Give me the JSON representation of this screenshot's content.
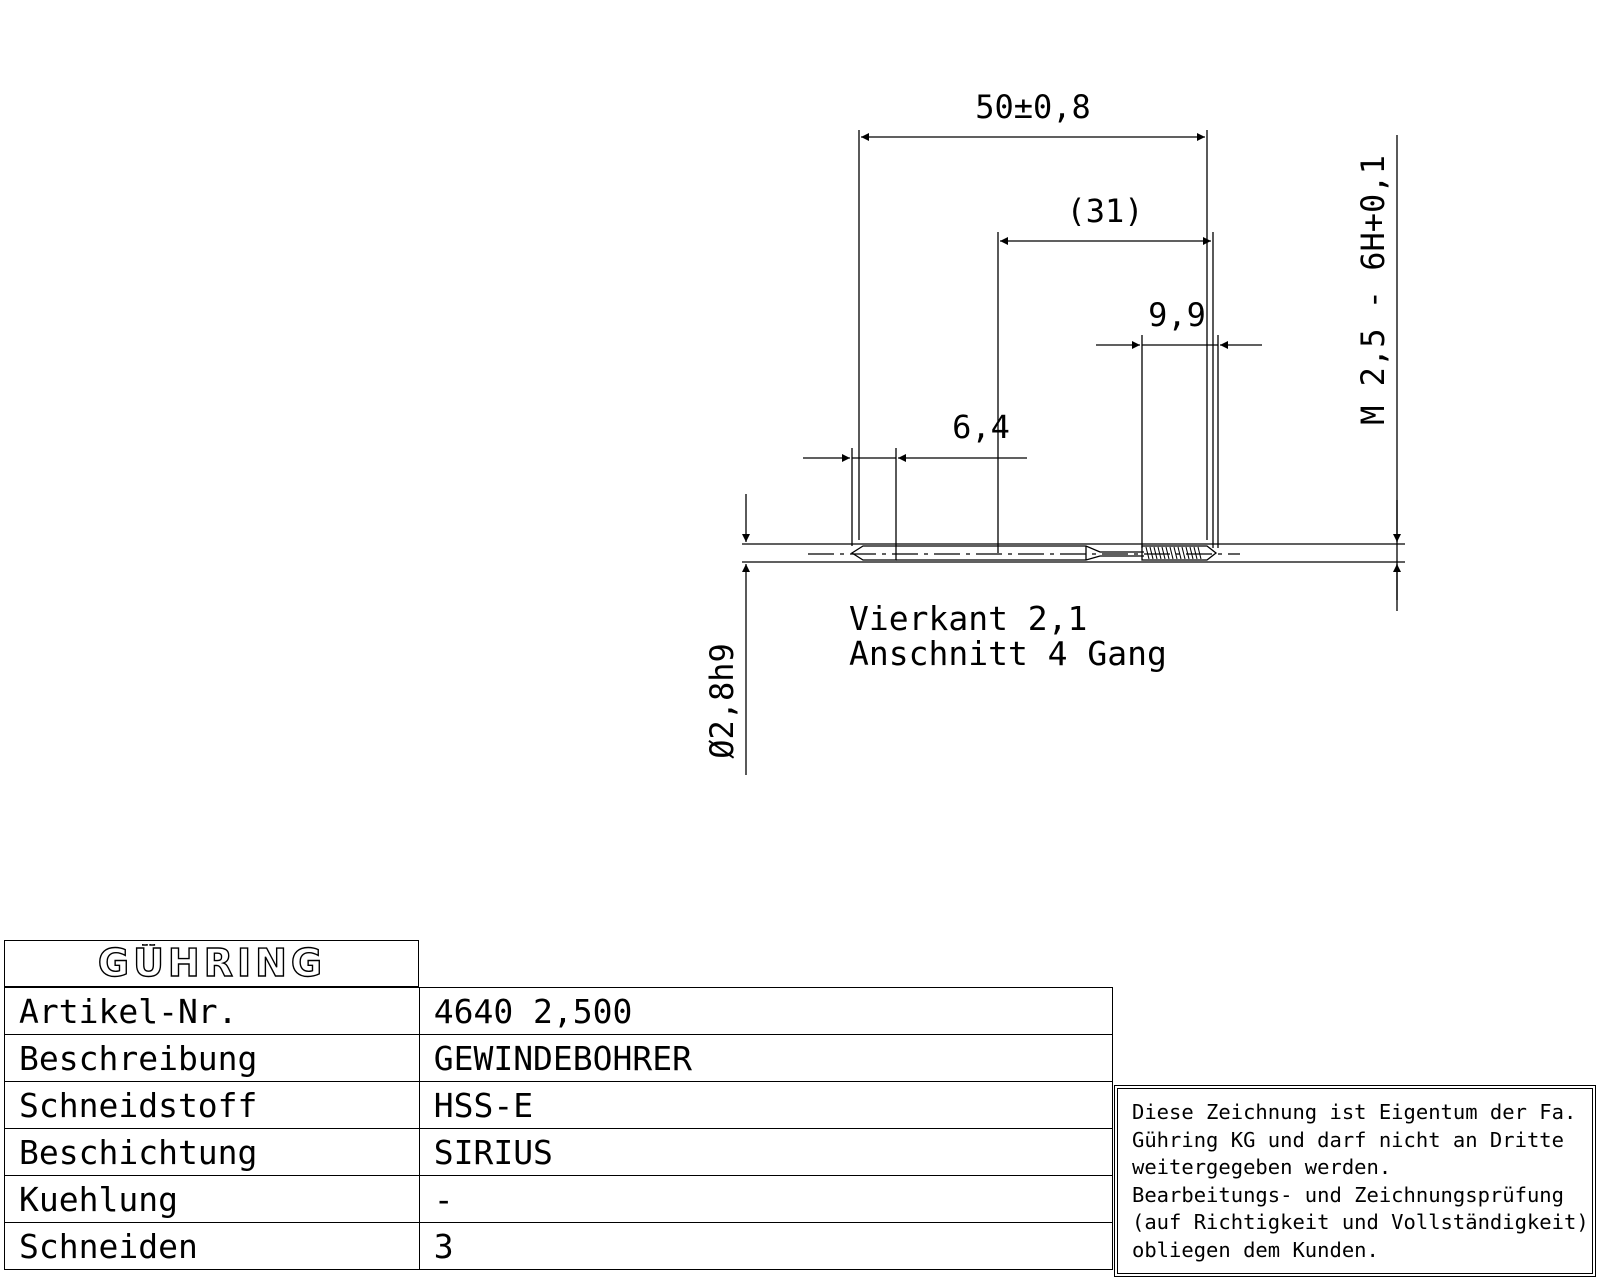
{
  "drawing": {
    "dim_overall_length": "50±0,8",
    "dim_shank_length": "(31)",
    "dim_thread_length": "9,9",
    "dim_square_length": "6,4",
    "dim_thread_size": "M 2,5 - 6H+0,1",
    "dim_shank_diameter": "Ø2,8h9",
    "note_square": "Vierkant 2,1",
    "note_chamfer": "Anschnitt 4 Gang"
  },
  "title_block": {
    "logo_text": "GÜHRING",
    "rows": [
      {
        "label": "Artikel-Nr.",
        "value": "4640 2,500"
      },
      {
        "label": "Beschreibung",
        "value": "GEWINDEBOHRER"
      },
      {
        "label": "Schneidstoff",
        "value": "HSS-E"
      },
      {
        "label": "Beschichtung",
        "value": "SIRIUS"
      },
      {
        "label": "Kuehlung",
        "value": "-"
      },
      {
        "label": "Schneiden",
        "value": "3"
      }
    ]
  },
  "legal_notice": {
    "lines": [
      "Diese Zeichnung ist Eigentum der Fa.",
      "Gühring KG und darf nicht an Dritte",
      "weitergegeben werden.",
      "Bearbeitungs- und Zeichnungsprüfung",
      "(auf Richtigkeit und Vollständigkeit)",
      "obliegen dem Kunden."
    ]
  }
}
